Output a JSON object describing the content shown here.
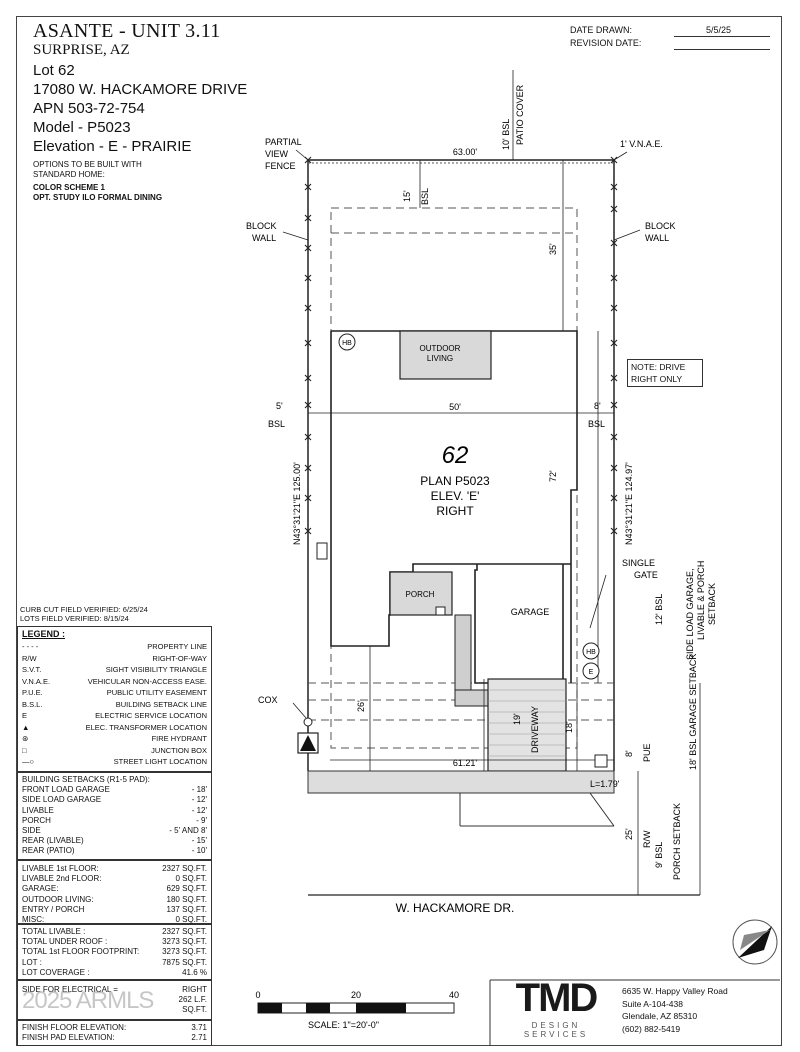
{
  "header": {
    "title": "ASANTE - UNIT 3.11",
    "city": "SURPRISE, AZ",
    "lot": "Lot 62",
    "address": "17080 W. HACKAMORE DRIVE",
    "apn": "APN 503-72-754",
    "model": "Model - P5023",
    "elevation": "Elevation - E - PRAIRIE",
    "options_line1": "OPTIONS TO BE BUILT WITH",
    "options_line2": "STANDARD HOME:",
    "color_scheme": "COLOR SCHEME 1",
    "option_study": "OPT. STUDY ILO FORMAL DINING"
  },
  "dates": {
    "drawn_label": "DATE DRAWN:",
    "drawn_value": "5/5/25",
    "revision_label": "REVISION DATE:"
  },
  "verified": {
    "curb": "CURB CUT FIELD VERIFIED: 6/25/24",
    "lots": "LOTS FIELD VERIFIED: 8/15/24"
  },
  "legend": {
    "title": "LEGEND :",
    "items": [
      {
        "sym": "- - - -",
        "desc": "PROPERTY LINE"
      },
      {
        "sym": "R/W",
        "desc": "RIGHT-OF-WAY"
      },
      {
        "sym": "S.V.T.",
        "desc": "SIGHT VISIBILITY TRIANGLE"
      },
      {
        "sym": "V.N.A.E.",
        "desc": "VEHICULAR NON-ACCESS EASE."
      },
      {
        "sym": "P.U.E.",
        "desc": "PUBLIC UTILITY EASEMENT"
      },
      {
        "sym": "B.S.L.",
        "desc": "BUILDING SETBACK LINE"
      },
      {
        "sym": "E",
        "desc": "ELECTRIC SERVICE LOCATION"
      },
      {
        "sym": "▲",
        "desc": "ELEC. TRANSFORMER LOCATION"
      },
      {
        "sym": "⊛",
        "desc": "FIRE HYDRANT"
      },
      {
        "sym": "□",
        "desc": "JUNCTION BOX"
      },
      {
        "sym": "—○",
        "desc": "STREET LIGHT LOCATION"
      }
    ]
  },
  "setbacks": {
    "title": "BUILDING SETBACKS (R1-5 PAD):",
    "rows": [
      {
        "k": "FRONT LOAD GARAGE",
        "v": "- 18'"
      },
      {
        "k": "SIDE LOAD GARAGE",
        "v": "- 12'"
      },
      {
        "k": "LIVABLE",
        "v": "- 12'"
      },
      {
        "k": "PORCH",
        "v": "- 9'"
      },
      {
        "k": "SIDE",
        "v": "- 5' AND 8'"
      },
      {
        "k": "REAR (LIVABLE)",
        "v": "- 15'"
      },
      {
        "k": "REAR (PATIO)",
        "v": "- 10'"
      }
    ]
  },
  "areas": [
    {
      "k": "LIVABLE 1st FLOOR:",
      "n": "2327",
      "u": "SQ.FT."
    },
    {
      "k": "LIVABLE 2nd FLOOR:",
      "n": "0",
      "u": "SQ.FT."
    },
    {
      "k": "GARAGE:",
      "n": "629",
      "u": "SQ.FT."
    },
    {
      "k": "OUTDOOR LIVING:",
      "n": "180",
      "u": "SQ.FT."
    },
    {
      "k": "ENTRY / PORCH",
      "n": "137",
      "u": "SQ.FT."
    },
    {
      "k": "MISC:",
      "n": "0",
      "u": "SQ.FT."
    }
  ],
  "totals": [
    {
      "k": "TOTAL LIVABLE :",
      "n": "2327",
      "u": "SQ.FT."
    },
    {
      "k": "TOTAL UNDER ROOF :",
      "n": "3273",
      "u": "SQ.FT."
    },
    {
      "k": "TOTAL 1st FLOOR FOOTPRINT:",
      "n": "3273",
      "u": "SQ.FT."
    },
    {
      "k": "LOT :",
      "n": "7875",
      "u": "SQ.FT."
    },
    {
      "k": "LOT COVERAGE :",
      "n": "41.6",
      "u": "%"
    }
  ],
  "electrical": [
    {
      "k": "SIDE FOR ELECTRICAL =",
      "v": "RIGHT"
    },
    {
      "k": "",
      "v": "262 L.F."
    },
    {
      "k": "",
      "v": "SQ.FT."
    }
  ],
  "elevations": [
    {
      "k": "FINISH FLOOR ELEVATION:",
      "v": "3.71"
    },
    {
      "k": "FINISH PAD ELEVATION:",
      "v": "2.71"
    }
  ],
  "plan": {
    "lot_number": "62",
    "plan_name": "PLAN P5023",
    "elev": "ELEV. 'E'",
    "side": "RIGHT",
    "top_width": "63.00'",
    "house_width": "50'",
    "bottom_width": "61.21'",
    "left_bearing": "N43°31'21\"E 125.00'",
    "right_bearing": "N43°31'21\"E 124.97'",
    "rear_bsl": "10' BSL",
    "patio_cover": "PATIO COVER",
    "rear_15": "15'",
    "rear_15_bsl": "BSL",
    "depth_35": "35'",
    "depth_72": "72'",
    "left_5": "5'",
    "right_8": "8'",
    "bsl": "BSL",
    "front_26": "26'",
    "drive_19": "19'",
    "drive_18": "18'",
    "pue_8": "8'",
    "pue": "PUE",
    "front_25": "25'",
    "rw": "R/W",
    "bsl_9": "9' BSL",
    "porch_setback": "PORCH SETBACK",
    "garage_setback": "18' BSL GARAGE SETBACK",
    "side_load_bsl": "12' BSL",
    "side_load_label": "SIDE LOAD GARAGE, LIVABLE & PORCH SETBACK",
    "l_dim": "L=1.79'",
    "vnae": "1' V.N.A.E.",
    "partial_view": "PARTIAL VIEW FENCE",
    "block_wall_left": "BLOCK WALL",
    "block_wall_right": "BLOCK WALL",
    "single_gate": "SINGLE GATE",
    "outdoor_living": "OUTDOOR LIVING",
    "porch": "PORCH",
    "garage": "GARAGE",
    "driveway": "DRIVEWAY",
    "cox": "COX",
    "hb": "HB",
    "e": "E",
    "street": "W. HACKAMORE DR."
  },
  "note": {
    "line1": "NOTE: DRIVE",
    "line2": "RIGHT ONLY"
  },
  "scale": {
    "label": "SCALE: 1\"=20'-0\"",
    "ticks": [
      "0",
      "20",
      "40"
    ]
  },
  "company": {
    "logo": "TMD",
    "tagline": "DESIGN SERVICES",
    "address1": "6635 W. Happy Valley Road",
    "address2": "Suite A-104-438",
    "address3": "Glendale, AZ 85310",
    "phone": "(602) 882-5419"
  },
  "watermark": "2025 ARMLS"
}
